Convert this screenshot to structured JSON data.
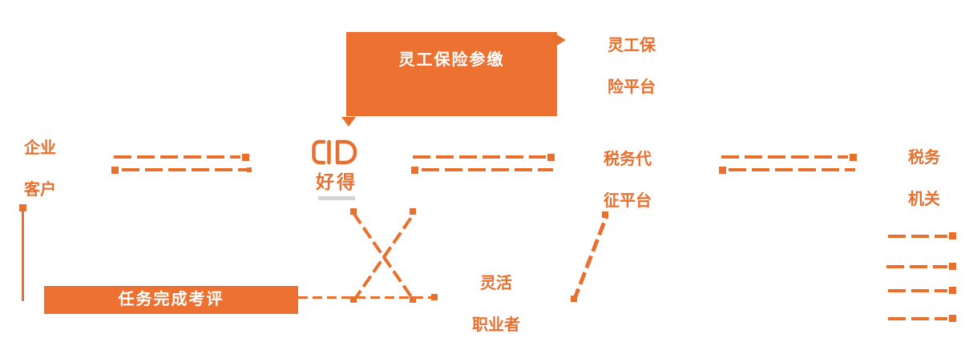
{
  "colors": {
    "primary_orange": "#e8702e",
    "box_orange": "#ed7232",
    "white": "#ffffff"
  },
  "diagram": {
    "top_box": {
      "label": "灵工保险参缴"
    },
    "enterprise_customer": {
      "lines": [
        "企业",
        "客户"
      ]
    },
    "logo": {
      "name": "好得"
    },
    "insurance_platform": {
      "lines": [
        "灵工保",
        "险平台"
      ]
    },
    "tax_collection_platform": {
      "lines": [
        "税务代",
        "征平台"
      ]
    },
    "tax_authority": {
      "lines": [
        "税务",
        "机关"
      ]
    },
    "flexible_worker": {
      "lines": [
        "灵活",
        "职业者"
      ]
    },
    "evaluation_bar": {
      "label": "任务完成考评"
    }
  }
}
